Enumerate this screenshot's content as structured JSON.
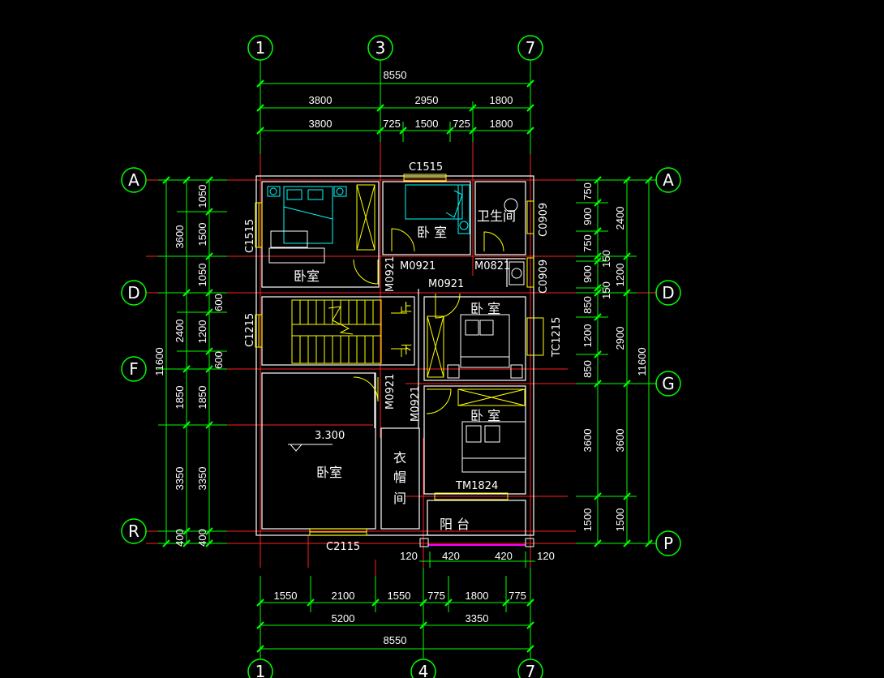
{
  "axes": {
    "top": [
      "1",
      "3",
      "7"
    ],
    "bottom": [
      "1",
      "4",
      "7"
    ],
    "left": [
      "A",
      "D",
      "F",
      "R"
    ],
    "right": [
      "A",
      "D",
      "G",
      "P"
    ]
  },
  "dims_top": {
    "overall": "8550",
    "row2": [
      "3800",
      "2950",
      "1800"
    ],
    "row3": [
      "3800",
      "725",
      "1500",
      "725",
      "1800"
    ]
  },
  "dims_bottom": {
    "row0": [
      "120",
      "420",
      "420",
      "120"
    ],
    "row1": [
      "1550",
      "2100",
      "1550",
      "775",
      "1800",
      "775"
    ],
    "row2": [
      "5200",
      "3350"
    ],
    "overall": "8550"
  },
  "dims_left": {
    "overall": "11600",
    "outer": [
      "3600",
      "2400",
      "1850",
      "3350",
      "400"
    ],
    "inner": [
      "1050",
      "1500",
      "1050",
      "600",
      "1200",
      "600",
      "1850",
      "3350",
      "400"
    ]
  },
  "dims_right": {
    "overall": "11600",
    "outer": [
      "2400",
      "1200",
      "2900",
      "3600",
      "1500"
    ],
    "inner": [
      "750",
      "900",
      "750",
      "150",
      "900",
      "150",
      "850",
      "1200",
      "850",
      "3600",
      "1500"
    ]
  },
  "openings": {
    "c1515_top": "C1515",
    "c1515_left": "C1515",
    "c1215": "C1215",
    "c0909_a": "C0909",
    "c0909_b": "C0909",
    "m0921_a": "M0921",
    "m0821": "M0821",
    "m0921_b": "M0921",
    "m0921_c": "M0921",
    "m0921_d": "M0921",
    "tc1215": "TC1215",
    "tm1824": "TM1824",
    "c2115": "C2115"
  },
  "rooms": {
    "bedroom_nw": "卧室",
    "bedroom_n": "卧  室",
    "bathroom": "卫生间",
    "bedroom_e1": "卧  室",
    "bedroom_e2": "卧  室",
    "bedroom_sw": "卧室",
    "closet": [
      "衣",
      "帽",
      "间"
    ],
    "balcony": "阳   台"
  },
  "stair": {
    "up": "上",
    "down": "下"
  },
  "elevation": "3.300",
  "colors": {
    "background": "#000000",
    "dimension_line": "#00ff00",
    "axis_line": "#ff0000",
    "wall": "#ffffff",
    "door_window": "#ffff00",
    "furniture_bed": "#00ffff",
    "text": "#ffffff",
    "balcony_rail": "#ff00ff"
  }
}
